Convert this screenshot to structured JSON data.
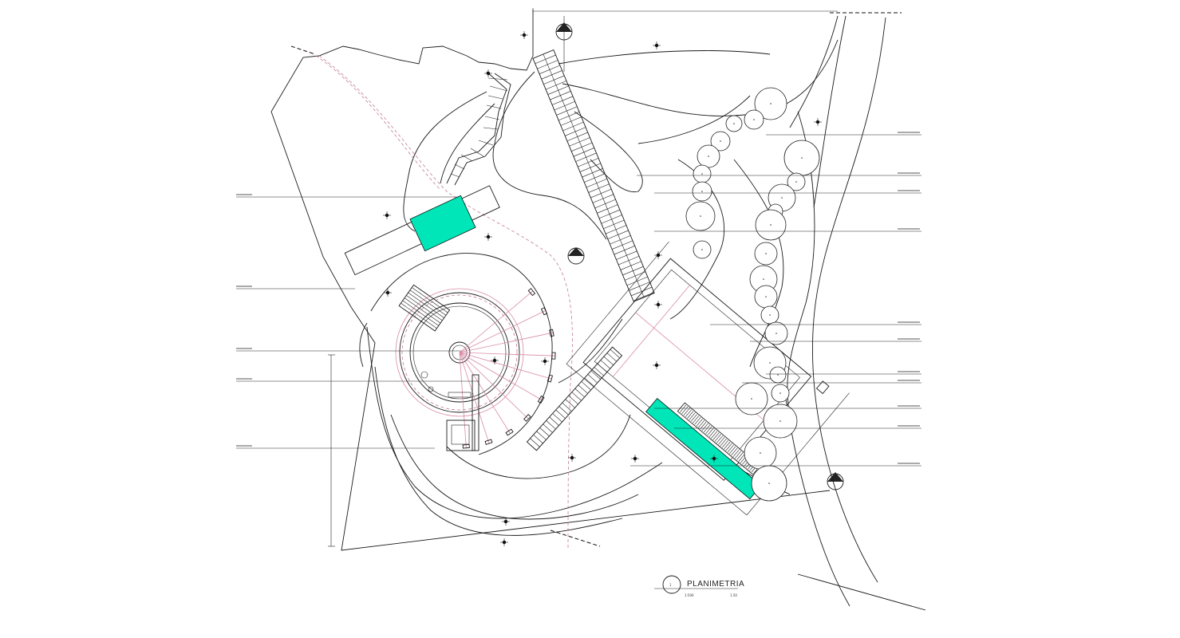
{
  "drawing": {
    "title": "PLANIMETRIA",
    "number": "1",
    "scale_left": "1:500",
    "scale_right": "1.50"
  },
  "colors": {
    "linework": "#1a1a1a",
    "water_fill": "#00e6b8",
    "axis_lines": "#d98aa8"
  }
}
